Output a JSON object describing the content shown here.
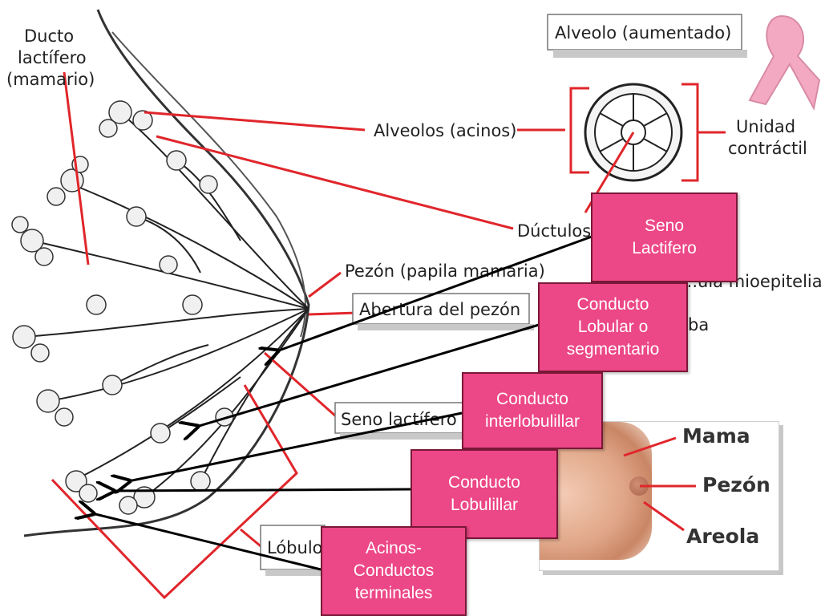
{
  "diagram": {
    "labels": {
      "ducto": "Ducto\nlactífero\n(mamario)",
      "alveolo_aumentado": "Alveolo (aumentado)",
      "alveolos": "Alveolos (acinos)",
      "unidad": "Unidad\ncontráctil",
      "ductulos": "Dúctulos",
      "pezon": "Pezón (papila mamaria)",
      "mioepitelial": "...ula mioepitelial",
      "abertura": "Abertura del pezón",
      "ba": "ba",
      "seno_lactifero": "Seno lactífero",
      "lobulo": "Lóbulo"
    },
    "photo": {
      "mama": "Mama",
      "pezon": "Pezón",
      "areola": "Areola"
    },
    "callouts": [
      {
        "id": "seno",
        "text": "Seno\nLactifero"
      },
      {
        "id": "lobular",
        "text": "Conducto\nLobular o\nsegmentario"
      },
      {
        "id": "interlob",
        "text": "Conducto\ninterlobulillar"
      },
      {
        "id": "lobulillar",
        "text": "Conducto\nLobulillar"
      },
      {
        "id": "acinos",
        "text": "Acinos-\nConductos\nterminales"
      }
    ],
    "colors": {
      "red_line": "#e0262b",
      "callout_fill": "#ec4786",
      "ribbon": "#f3a9c2"
    }
  }
}
